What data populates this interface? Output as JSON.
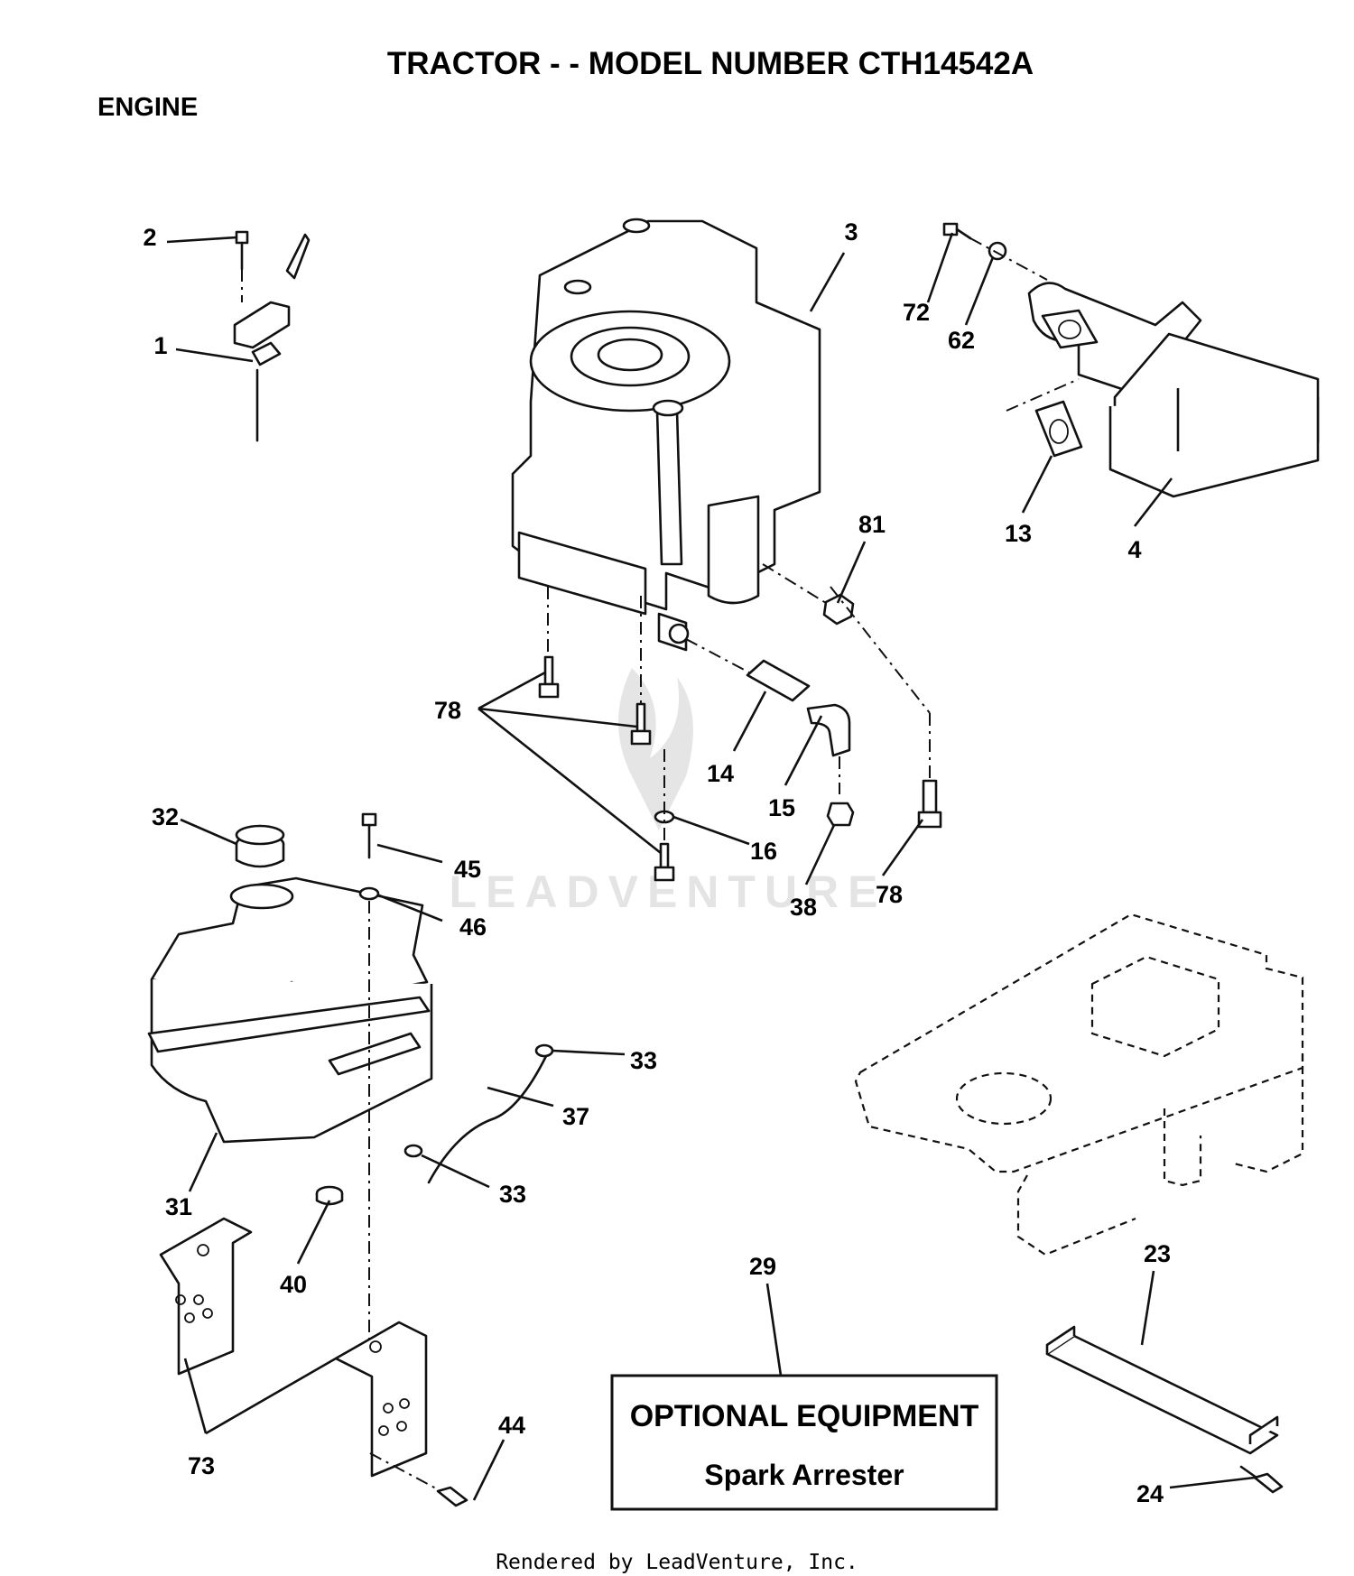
{
  "title": "TRACTOR - - MODEL NUMBER CTH14542A",
  "section": "ENGINE",
  "watermark": "LEADVENTURE",
  "optional_box": {
    "title": "OPTIONAL EQUIPMENT",
    "subtitle": "Spark Arrester"
  },
  "footer": "Rendered by LeadVenture, Inc.",
  "callouts": {
    "c2": "2",
    "c1": "1",
    "c3": "3",
    "c72": "72",
    "c62": "62",
    "c13": "13",
    "c4": "4",
    "c81": "81",
    "c78a": "78",
    "c14": "14",
    "c15": "15",
    "c16": "16",
    "c38": "38",
    "c78b": "78",
    "c32": "32",
    "c45": "45",
    "c46": "46",
    "c33a": "33",
    "c37": "37",
    "c33b": "33",
    "c31": "31",
    "c40": "40",
    "c73": "73",
    "c44": "44",
    "c29": "29",
    "c23": "23",
    "c24": "24"
  }
}
